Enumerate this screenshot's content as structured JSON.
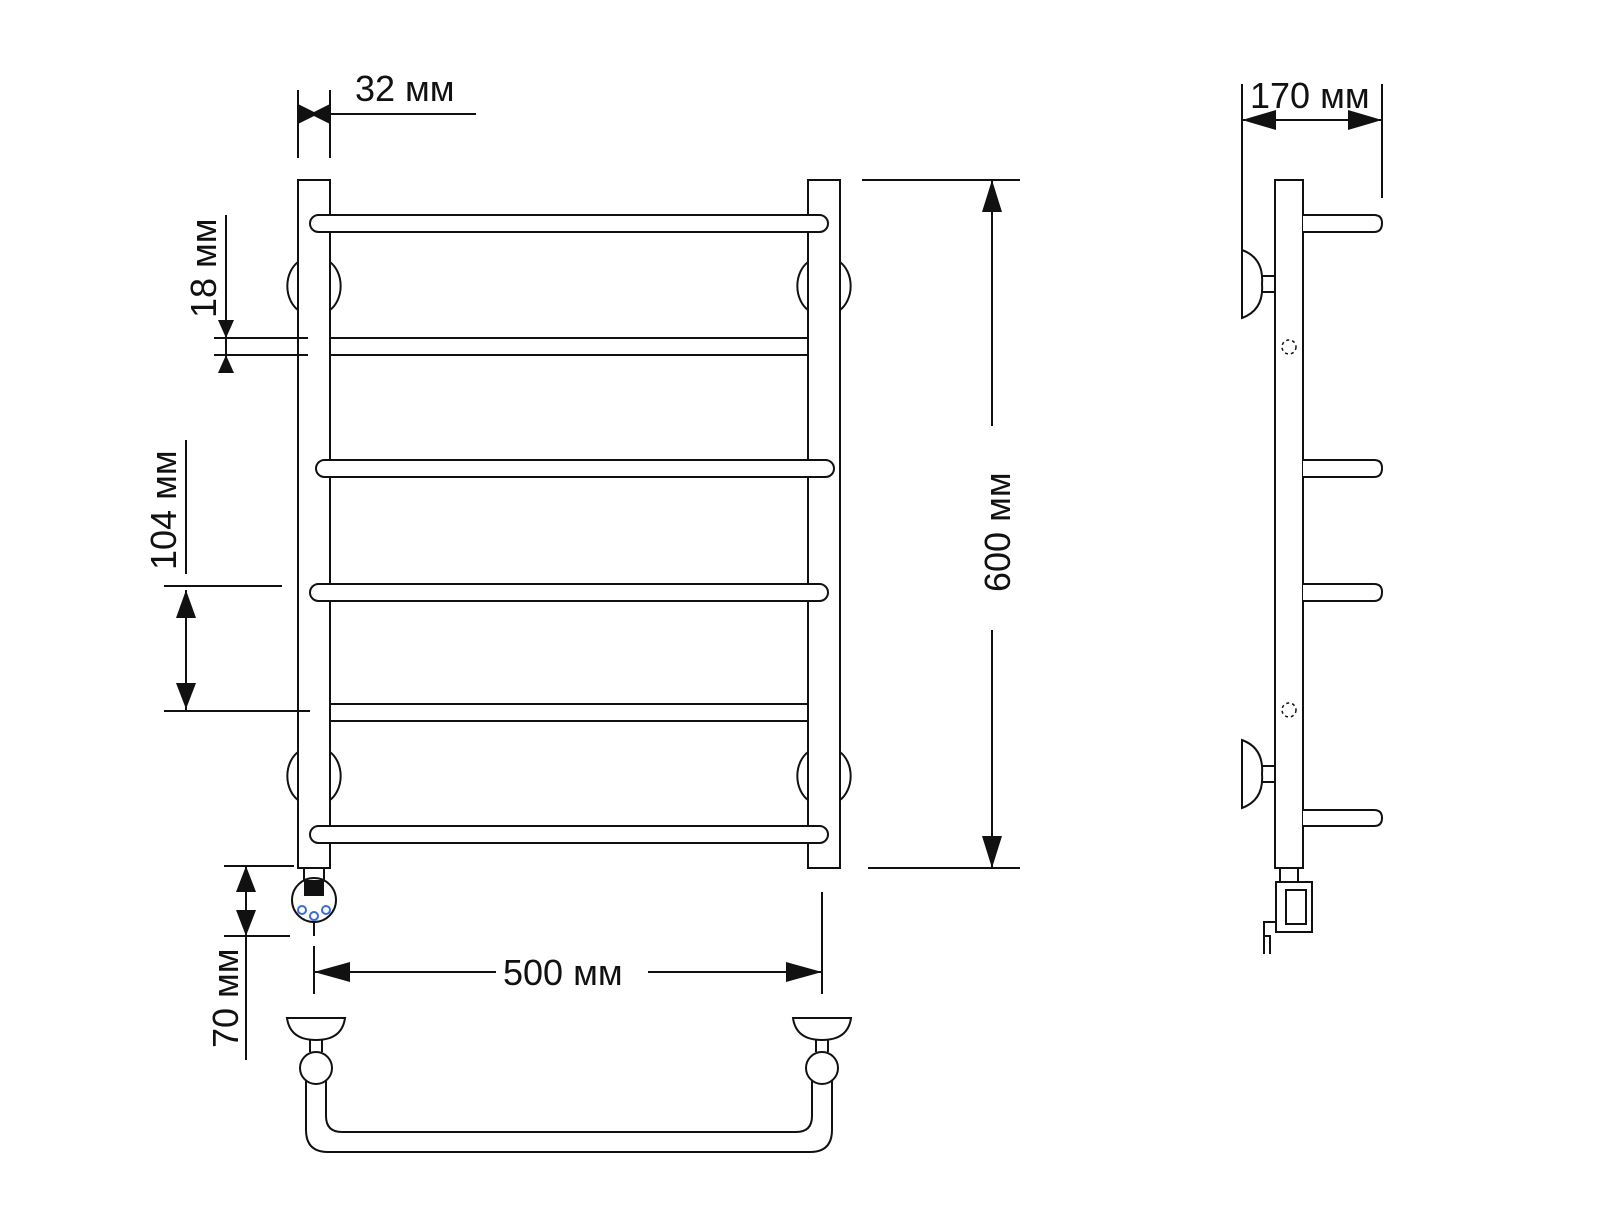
{
  "diagram": {
    "type": "technical-drawing",
    "subject": "heated towel rail, ladder type, 6 bars, electric",
    "colors": {
      "line": "#111111",
      "background": "#ffffff",
      "accent_blue": "#3b6fd6"
    },
    "front_view": {
      "dim_pipe_width": "32 мм",
      "dim_bar_gap": "18 мм",
      "dim_bar_pitch": "104 мм",
      "dim_height": "600 мм",
      "dim_width": "500 мм",
      "dim_heater_offset": "70 мм"
    },
    "side_view": {
      "dim_depth": "170 мм"
    }
  }
}
